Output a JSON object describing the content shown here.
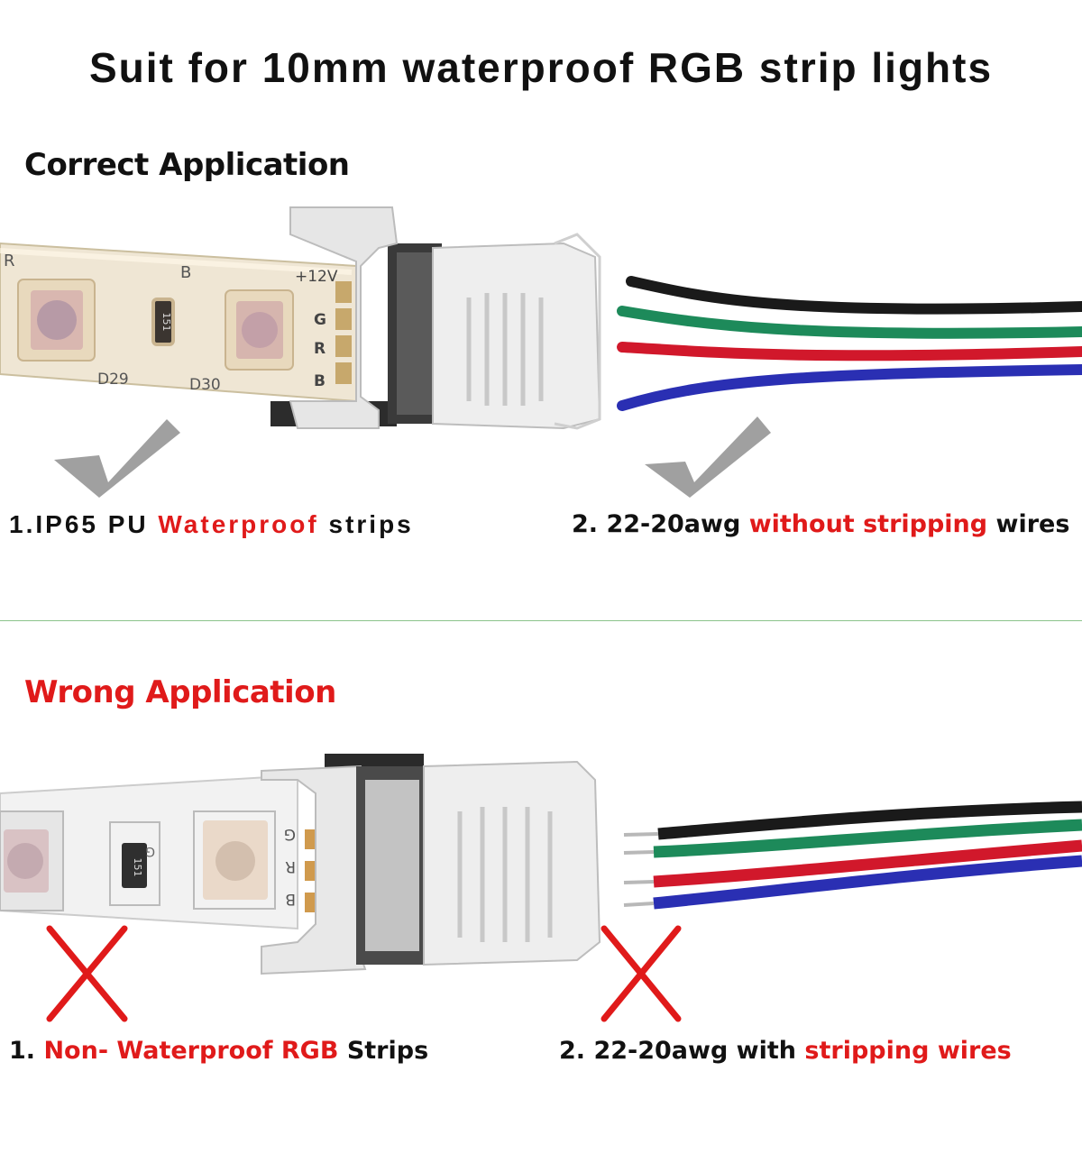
{
  "title": "Suit for 10mm waterproof RGB strip lights",
  "correct": {
    "heading": "Correct Application",
    "heading_color": "#111111",
    "item1": {
      "num": "1.",
      "pre": "IP65 PU ",
      "hl": "Waterproof",
      "post": " strips"
    },
    "item2": {
      "pre": "2. 22-20awg ",
      "hl": "without stripping",
      "post": " wires"
    },
    "strip_labels": {
      "b_top": "B",
      "r_top": "R",
      "led1": "D29",
      "led2": "D30",
      "resistor": "151",
      "pin_12v": "+12V",
      "pin_g": "G",
      "pin_r": "R",
      "pin_b": "B"
    },
    "mark": "check-mark"
  },
  "wrong": {
    "heading": "Wrong Application",
    "heading_color": "#e01a1a",
    "item1": {
      "pre": "1. ",
      "hl": "Non- Waterproof RGB",
      "post": " Strips"
    },
    "item2": {
      "pre": "2. 22-20awg with ",
      "hl": "stripping wires",
      "post": ""
    },
    "strip_labels": {
      "resistor": "151",
      "res_g": "G",
      "pin_g": "G",
      "pin_r": "R",
      "pin_b": "B"
    },
    "mark": "cross-mark"
  },
  "colors": {
    "highlight": "#e01a1a",
    "wire_black": "#1a1a1a",
    "wire_green": "#1d8a5a",
    "wire_red": "#d1182b",
    "wire_blue": "#2a2fb3",
    "mark_gray": "#9a9a9a",
    "mark_red": "#e01a1a"
  }
}
